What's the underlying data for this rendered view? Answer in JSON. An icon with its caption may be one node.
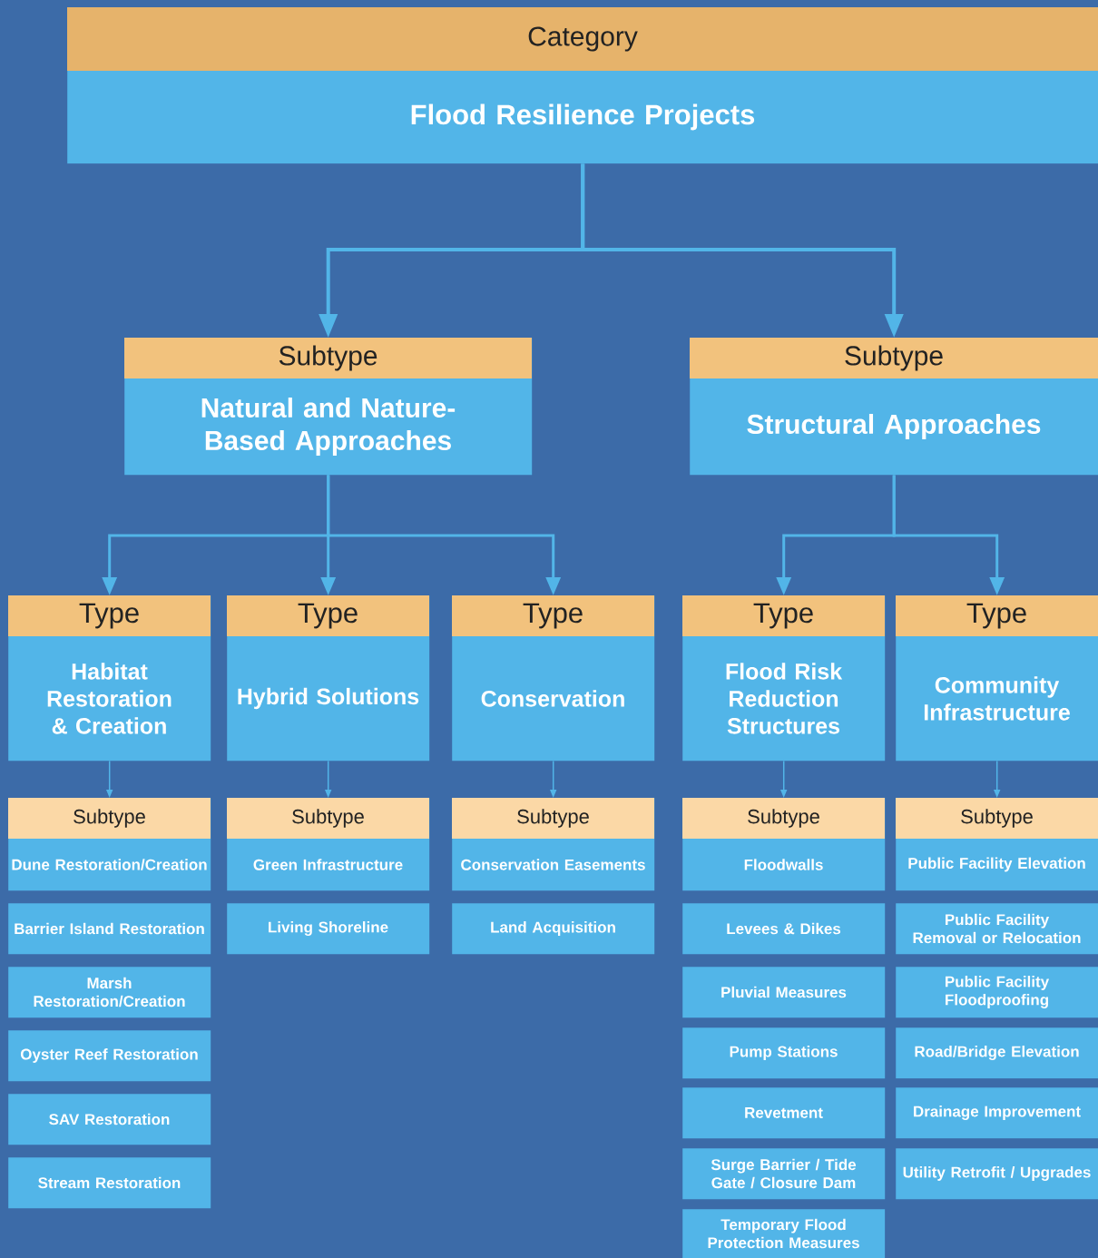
{
  "diagram": {
    "nodes": [
      {
        "text": [
          "Category",
          "Flood Resilience Projects"
        ]
      },
      {
        "text": [
          "Subtype",
          "Natural and Nature-Based Approaches"
        ]
      },
      {
        "text": [
          "Subtype",
          "Structural Approaches"
        ]
      },
      {
        "text": [
          "Type",
          "Habitat Restoration & Creation"
        ]
      },
      {
        "text": [
          "Type",
          "Hybrid Solutions"
        ]
      },
      {
        "text": [
          "Type",
          "Conservation"
        ]
      },
      {
        "text": [
          "Type",
          "Flood Risk Reduction Structures"
        ]
      },
      {
        "text": [
          "Type",
          "Community Infrastructure"
        ]
      },
      {
        "text": [
          "Subtype",
          "Dune Restoration/Creation"
        ]
      },
      {
        "text": [
          "Barrier Island Restoration"
        ]
      },
      {
        "text": [
          "Marsh Restoration/Creation"
        ]
      },
      {
        "text": [
          "Oyster Reef Restoration"
        ]
      },
      {
        "text": [
          "SAV Restoration"
        ]
      },
      {
        "text": [
          "Stream Restoration"
        ]
      },
      {
        "text": [
          "Subtype",
          "Green Infrastructure"
        ]
      },
      {
        "text": [
          "Living Shoreline"
        ]
      },
      {
        "text": [
          "Subtype",
          "Conservation Easements"
        ]
      },
      {
        "text": [
          "Land Acquisition"
        ]
      },
      {
        "text": [
          "Subtype",
          "Floodwalls"
        ]
      },
      {
        "text": [
          "Levees & Dikes"
        ]
      },
      {
        "text": [
          "Pluvial Measures"
        ]
      },
      {
        "text": [
          "Pump Stations"
        ]
      },
      {
        "text": [
          "Revetment"
        ]
      },
      {
        "text": [
          "Surge Barrier / Tide Gate / Closure Dam"
        ]
      },
      {
        "text": [
          "Temporary Flood Protection Measures"
        ]
      },
      {
        "text": [
          "Subtype",
          "Public Facility Elevation"
        ]
      },
      {
        "text": [
          "Public Facility Removal or Relocation"
        ]
      },
      {
        "text": [
          "Public Facility Floodproofing"
        ]
      },
      {
        "text": [
          "Road/Bridge Elevation"
        ]
      },
      {
        "text": [
          "Drainage Improvement"
        ]
      },
      {
        "text": [
          "Utility Retrofit / Upgrades"
        ]
      }
    ],
    "edges": [
      {
        "from": 0,
        "to": 1,
        "arrow": "to"
      },
      {
        "from": 0,
        "to": 2,
        "arrow": "to"
      },
      {
        "from": 1,
        "to": 3,
        "arrow": "to"
      },
      {
        "from": 1,
        "to": 4,
        "arrow": "to"
      },
      {
        "from": 1,
        "to": 5,
        "arrow": "to"
      },
      {
        "from": 2,
        "to": 6,
        "arrow": "to"
      },
      {
        "from": 2,
        "to": 7,
        "arrow": "to"
      },
      {
        "from": 3,
        "to": 8,
        "arrow": "to"
      },
      {
        "from": 4,
        "to": 14,
        "arrow": "to"
      },
      {
        "from": 5,
        "to": 16,
        "arrow": "to"
      },
      {
        "from": 6,
        "to": 18,
        "arrow": "to"
      },
      {
        "from": 7,
        "to": 25,
        "arrow": "to"
      }
    ]
  }
}
